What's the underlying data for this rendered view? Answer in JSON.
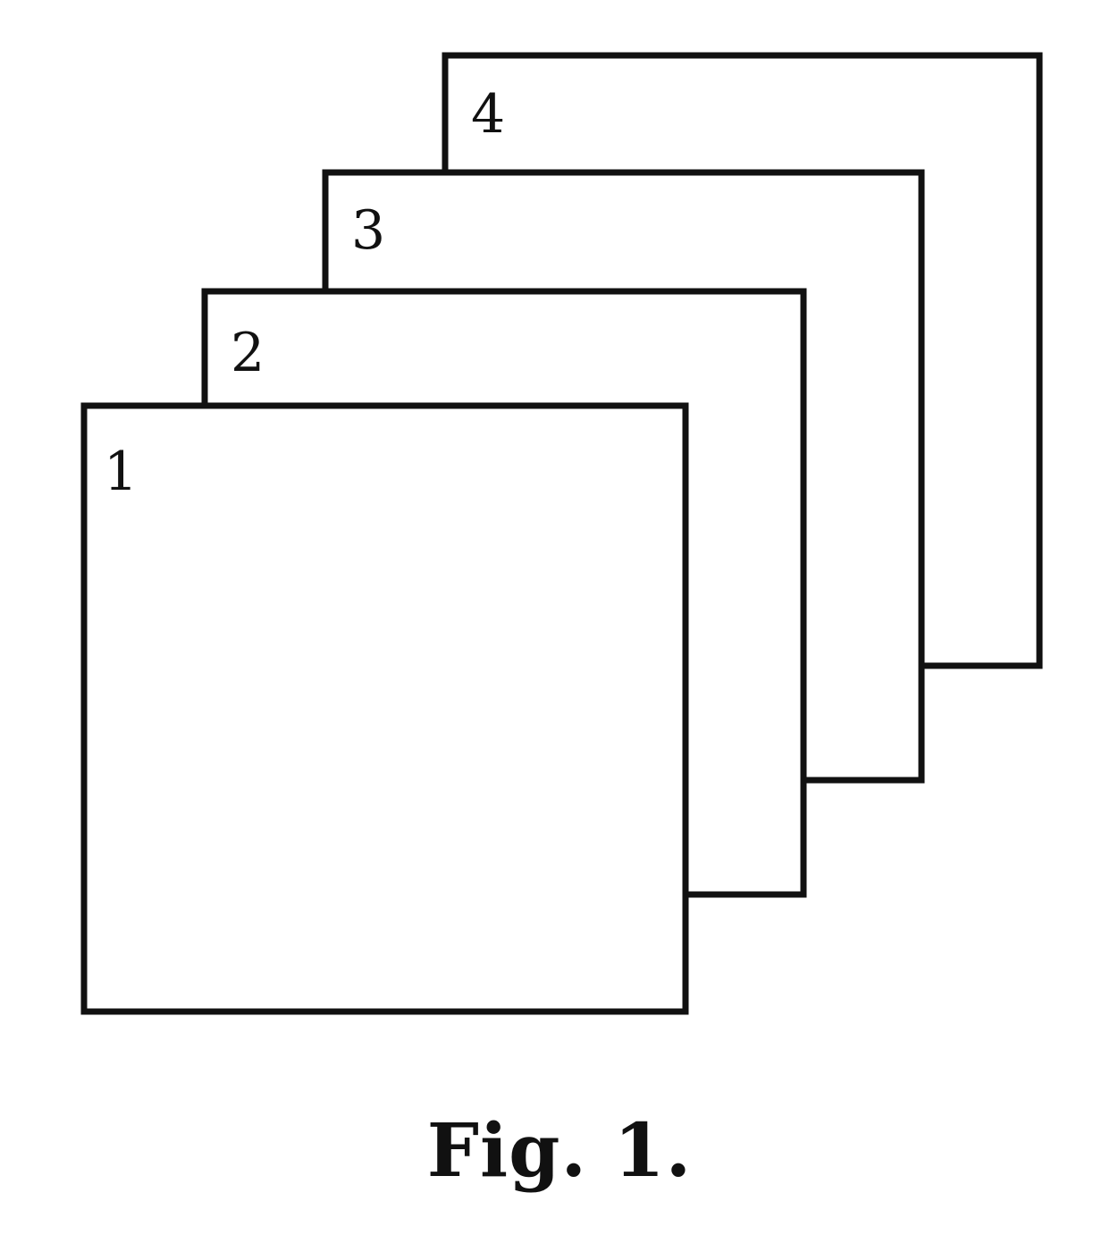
{
  "figure": {
    "caption": "Fig. 1.",
    "line_color": "#111111",
    "background": "#ffffff",
    "layer_count": 4,
    "stack_order": "front-to-back",
    "layers": [
      {
        "label": "1"
      },
      {
        "label": "2"
      },
      {
        "label": "3"
      },
      {
        "label": "4"
      }
    ]
  }
}
